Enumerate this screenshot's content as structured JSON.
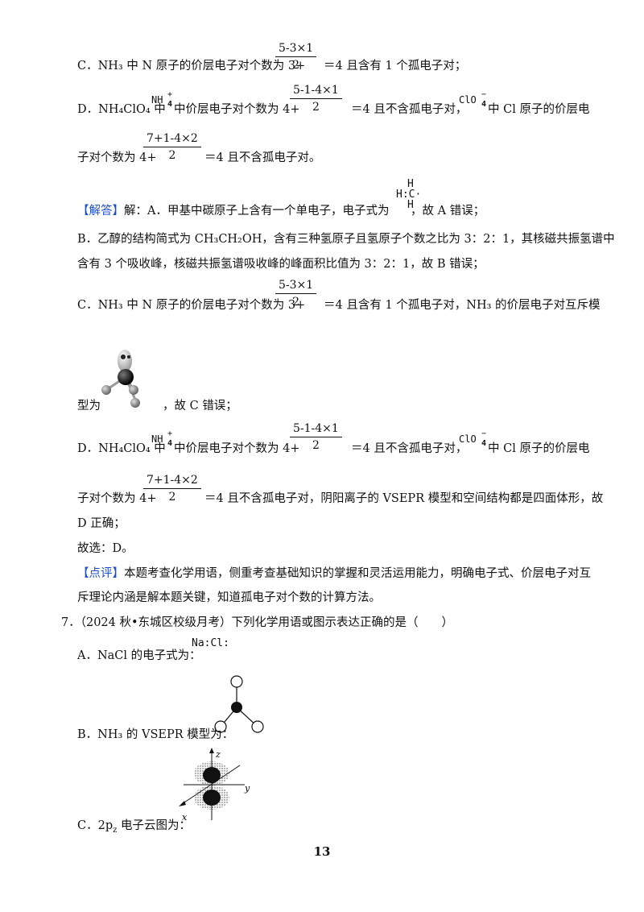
{
  "lines": {
    "c1": "C．NH₃ 中 N 原子的价层电子对个数为 3+",
    "c1_tail": "＝4 且含有 1 个孤电子对；",
    "d1_a": "D．NH₄ClO₄ 中",
    "d1_b": "中价层电子对个数为 4+",
    "d1_c": "＝4 且不含孤电子对，",
    "d1_d": "中 Cl 原子的价层电",
    "d2_a": "子对个数为 4+",
    "d2_b": "＝4 且不含孤电子对。",
    "ans_tag": "【解答】",
    "ans_a": "解：A．甲基中碳原子上含有一个单电子，电子式为",
    "ans_a_tail": "，故 A 错误；",
    "ans_b1": "B．乙醇的结构简式为 CH₃CH₂OH，含有三种氢原子且氢原子个数之比为 3：2：1，其核磁共振氢谱中",
    "ans_b2": "含有 3 个吸收峰，核磁共振氢谱吸收峰的峰面积比值为 3：2：1，故 B 错误；",
    "ans_c1": "C．NH₃ 中 N 原子的价层电子对个数为 3+",
    "ans_c1_tail": "＝4 且含有 1 个孤电子对，NH₃ 的价层电子对互斥模",
    "ans_c2_a": "型为",
    "ans_c2_b": "，故 C 错误；",
    "ans_d1_a": "D．NH₄ClO₄ 中",
    "ans_d1_b": "中价层电子对个数为 4+",
    "ans_d1_c": "＝4 且不含孤电子对，",
    "ans_d1_d": "中 Cl 原子的价层电",
    "ans_d2_a": "子对个数为 4+",
    "ans_d2_b": "＝4 且不含孤电子对，阴阳离子的 VSEPR 模型和空间结构都是四面体形，故",
    "ans_d3": "D 正确；",
    "ans_choose": "故选：D。",
    "review_tag": "【点评】",
    "review_1": "本题考查化学用语，侧重考查基础知识的掌握和灵活运用能力，明确电子式、价层电子对互",
    "review_2": "斥理论内涵是解本题关键，知道孤电子对个数的计算方法。",
    "q7": "7．（2024 秋•东城区校级月考）下列化学用语或图示表达正确的是（　　）",
    "q7_a": "A．NaCl 的电子式为：",
    "q7_b": "B．NH₃ 的 VSEPR 模型为：",
    "q7_c": "C．2p",
    "q7_c_sub": "z",
    "q7_c_tail": " 电子云图为："
  },
  "fractions": {
    "f1_num": "5-3×1",
    "f1_den": "2",
    "f2_num": "5-1-4×1",
    "f2_den": "2",
    "f3_num": "7+1-4×2",
    "f3_den": "2"
  },
  "ions": {
    "nh4": "NH",
    "nh4_sup": "+",
    "nh4_sub": "4",
    "clo4": "ClO",
    "clo4_sup": "−",
    "clo4_sub": "4"
  },
  "lewis": {
    "methyl_top": "H",
    "methyl_mid": "H:C·",
    "methyl_bot": "H",
    "nacl": "Na:Cl:"
  },
  "axes": {
    "z": "z",
    "y": "y",
    "x": "x"
  },
  "page_number": "13",
  "colors": {
    "tag": "#1f4fc8"
  }
}
